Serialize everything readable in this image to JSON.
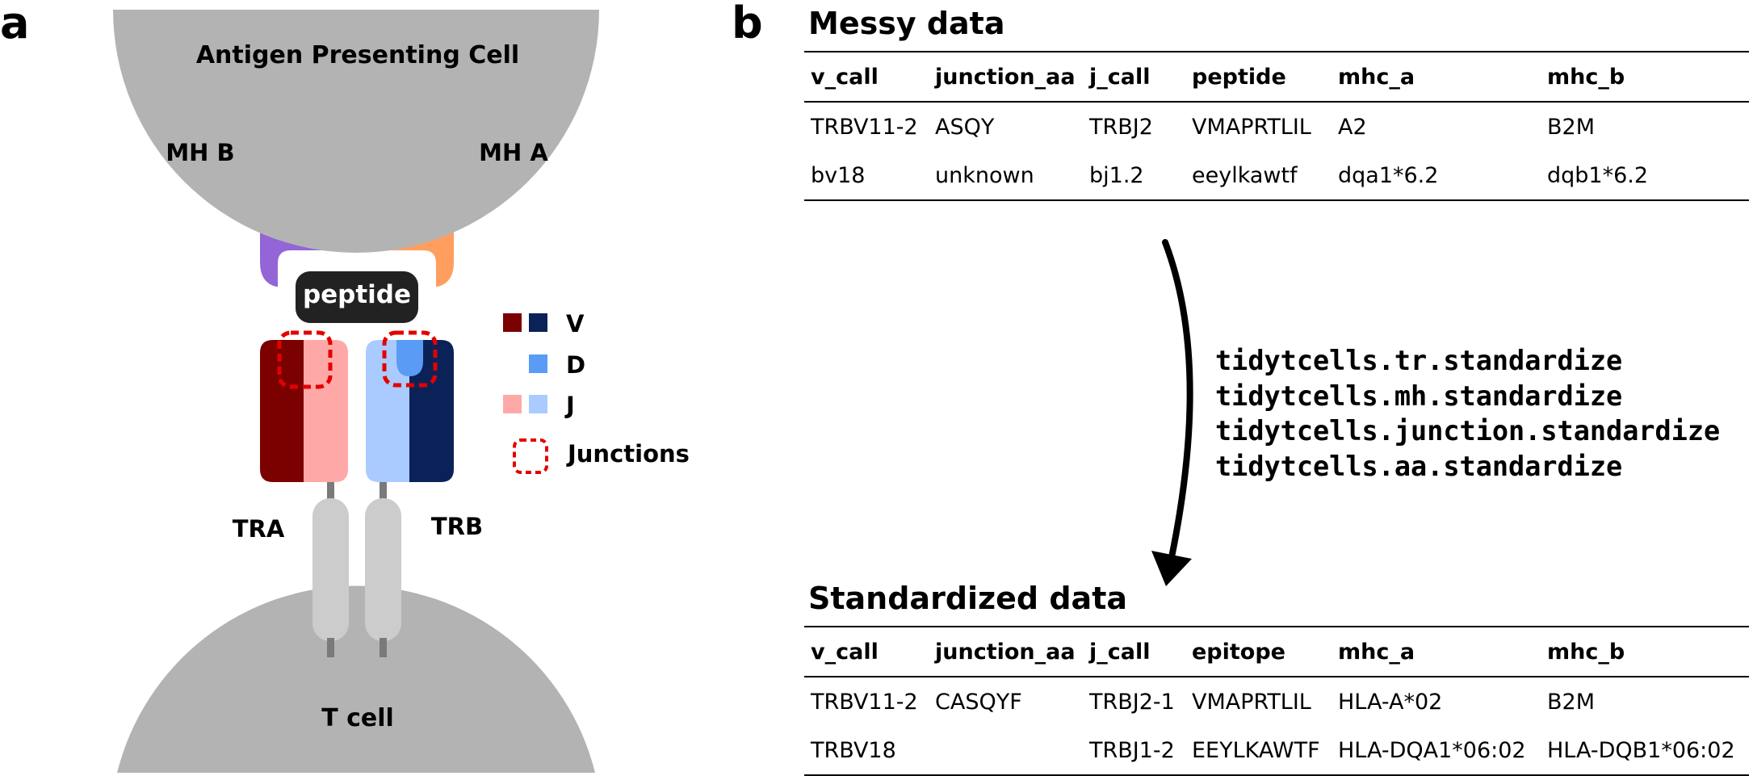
{
  "panel_a": {
    "letter": "a",
    "apc_label": "Antigen Presenting Cell",
    "mh_b_label": "MH B",
    "mh_a_label": "MH A",
    "peptide_label": "peptide",
    "tra_label": "TRA",
    "trb_label": "TRB",
    "tcell_label": "T cell",
    "legend": {
      "v": "V",
      "d": "D",
      "j": "J",
      "junctions": "Junctions"
    },
    "colors": {
      "cell": "#b3b3b3",
      "mh_b": "#9365d6",
      "mh_a": "#ff9e5e",
      "peptide": "#222222",
      "tra_v": "#7b0000",
      "tra_j": "#ffa8a8",
      "trb_v": "#0b2258",
      "trb_j": "#aacbff",
      "trb_d": "#5a9bf6",
      "junction": "#e50000",
      "stalk": "#cccccc"
    }
  },
  "panel_b": {
    "letter": "b",
    "messy": {
      "title": "Messy data",
      "headers": [
        "v_call",
        "junction_aa",
        "j_call",
        "peptide",
        "mhc_a",
        "mhc_b"
      ],
      "rows": [
        [
          "TRBV11-2",
          "ASQY",
          "TRBJ2",
          "VMAPRTLIL",
          "A2",
          "B2M"
        ],
        [
          "bv18",
          "unknown",
          "bj1.2",
          "eeylkawtf",
          "dqa1*6.2",
          "dqb1*6.2"
        ]
      ]
    },
    "functions": [
      "tidytcells.tr.standardize",
      "tidytcells.mh.standardize",
      "tidytcells.junction.standardize",
      "tidytcells.aa.standardize"
    ],
    "standardized": {
      "title": "Standardized data",
      "headers": [
        "v_call",
        "junction_aa",
        "j_call",
        "epitope",
        "mhc_a",
        "mhc_b"
      ],
      "rows": [
        [
          "TRBV11-2",
          "CASQYF",
          "TRBJ2-1",
          "VMAPRTLIL",
          "HLA-A*02",
          "B2M"
        ],
        [
          "TRBV18",
          "",
          "TRBJ1-2",
          "EEYLKAWTF",
          "HLA-DQA1*06:02",
          "HLA-DQB1*06:02"
        ]
      ]
    }
  }
}
